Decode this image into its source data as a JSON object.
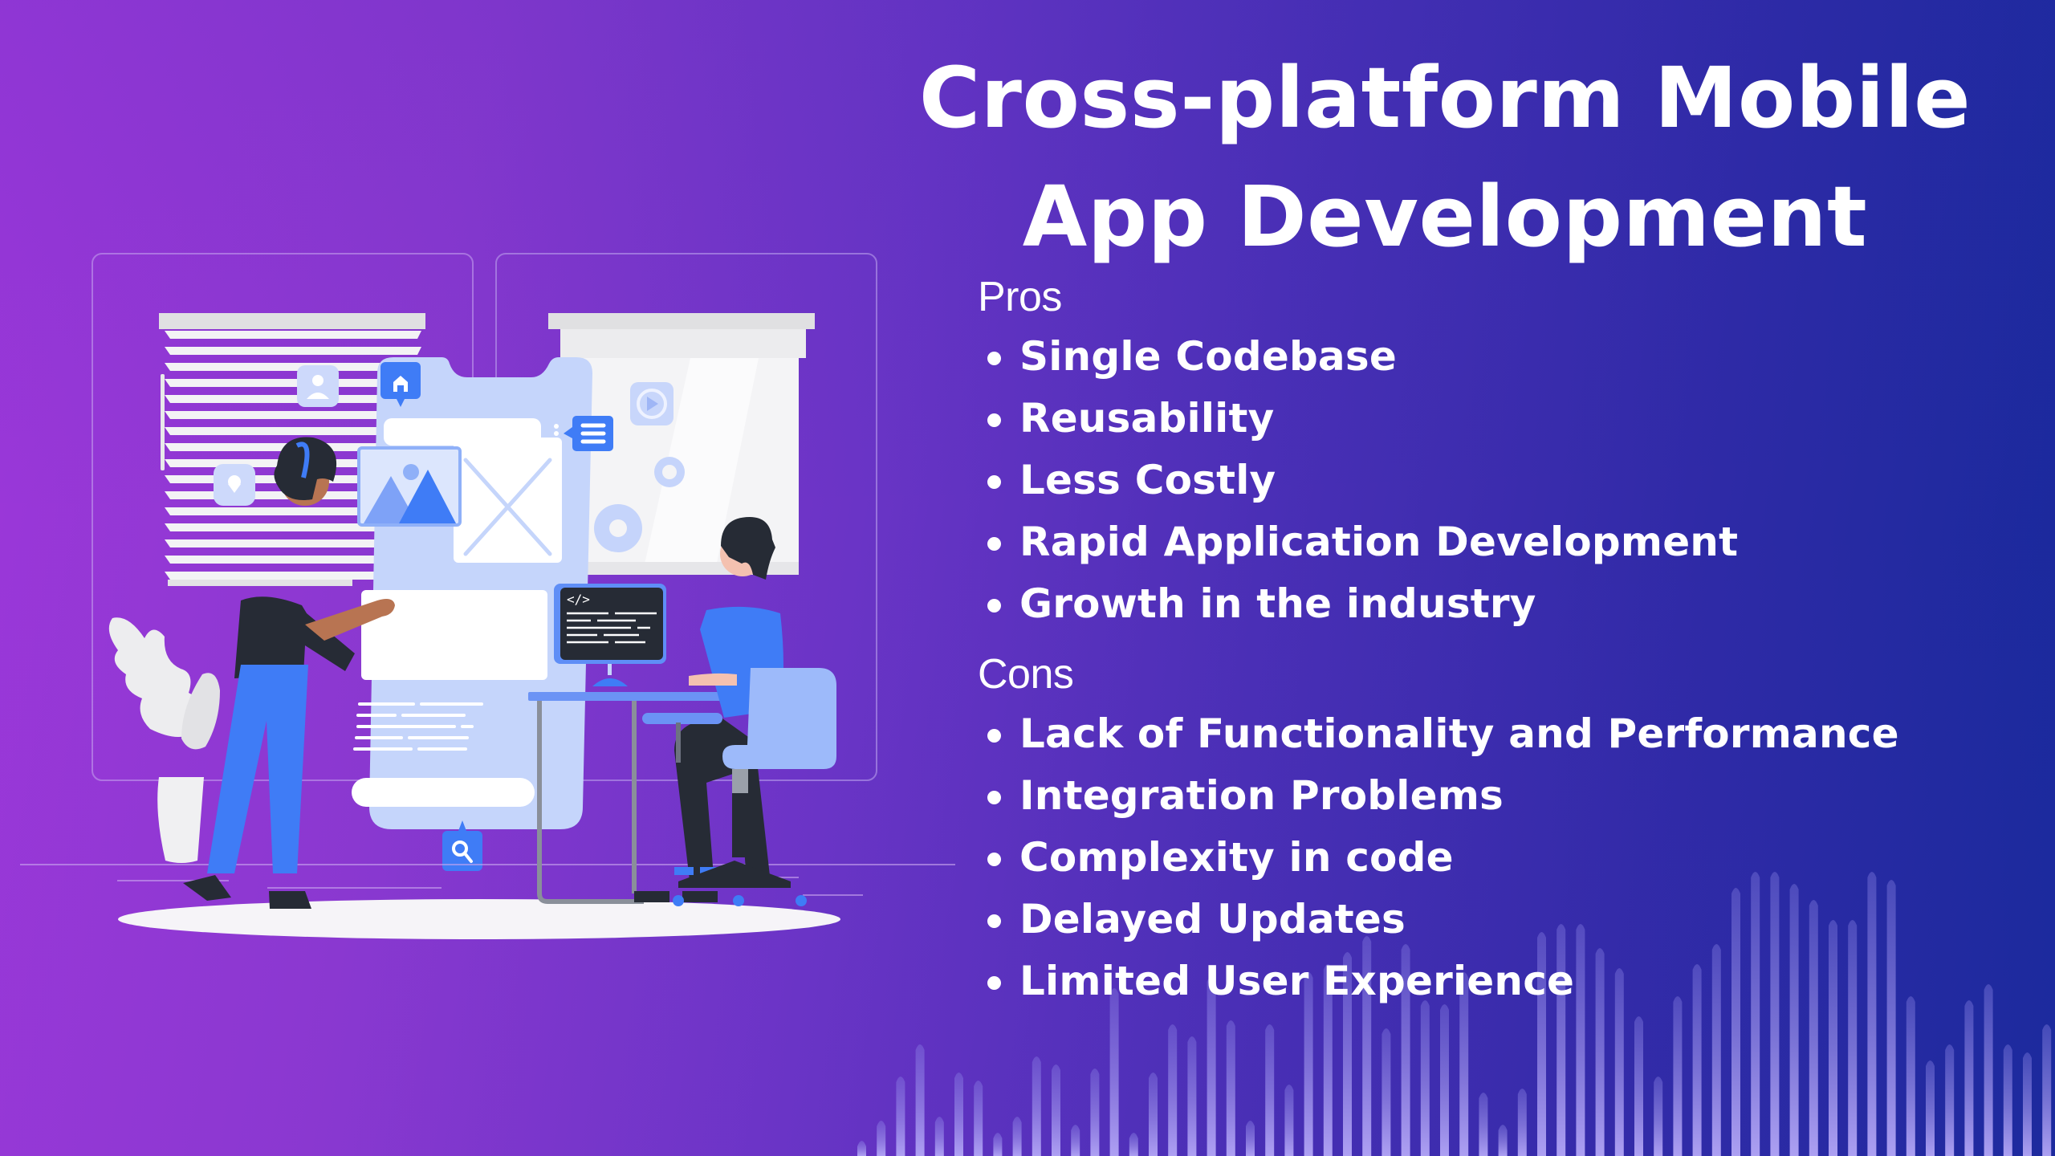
{
  "slide": {
    "title_line1": "Cross-platform Mobile",
    "title_line2": "App Development",
    "colors": {
      "background_left": "#9d37da",
      "background_right": "#15299a",
      "text": "#ffffff",
      "accent_blue": "#3f7cf6",
      "light_blue": "#c3d3fb",
      "dark": "#262b35",
      "waveform": "#a79cf0"
    }
  },
  "pros": {
    "heading": "Pros",
    "items": [
      "Single Codebase",
      "Reusability",
      "Less Costly",
      "Rapid Application Development",
      "Growth in the industry"
    ]
  },
  "cons": {
    "heading": "Cons",
    "items": [
      "Lack of Functionality and Performance",
      "Integration Problems",
      "Complexity in code",
      "Delayed Updates",
      "Limited User Experience"
    ]
  },
  "illustration": {
    "monitor_code_glyph": "</>",
    "icons": [
      "home-icon",
      "menu-icon",
      "user-icon",
      "location-pin-icon",
      "play-icon",
      "gear-icon",
      "image-icon",
      "search-icon"
    ]
  }
}
